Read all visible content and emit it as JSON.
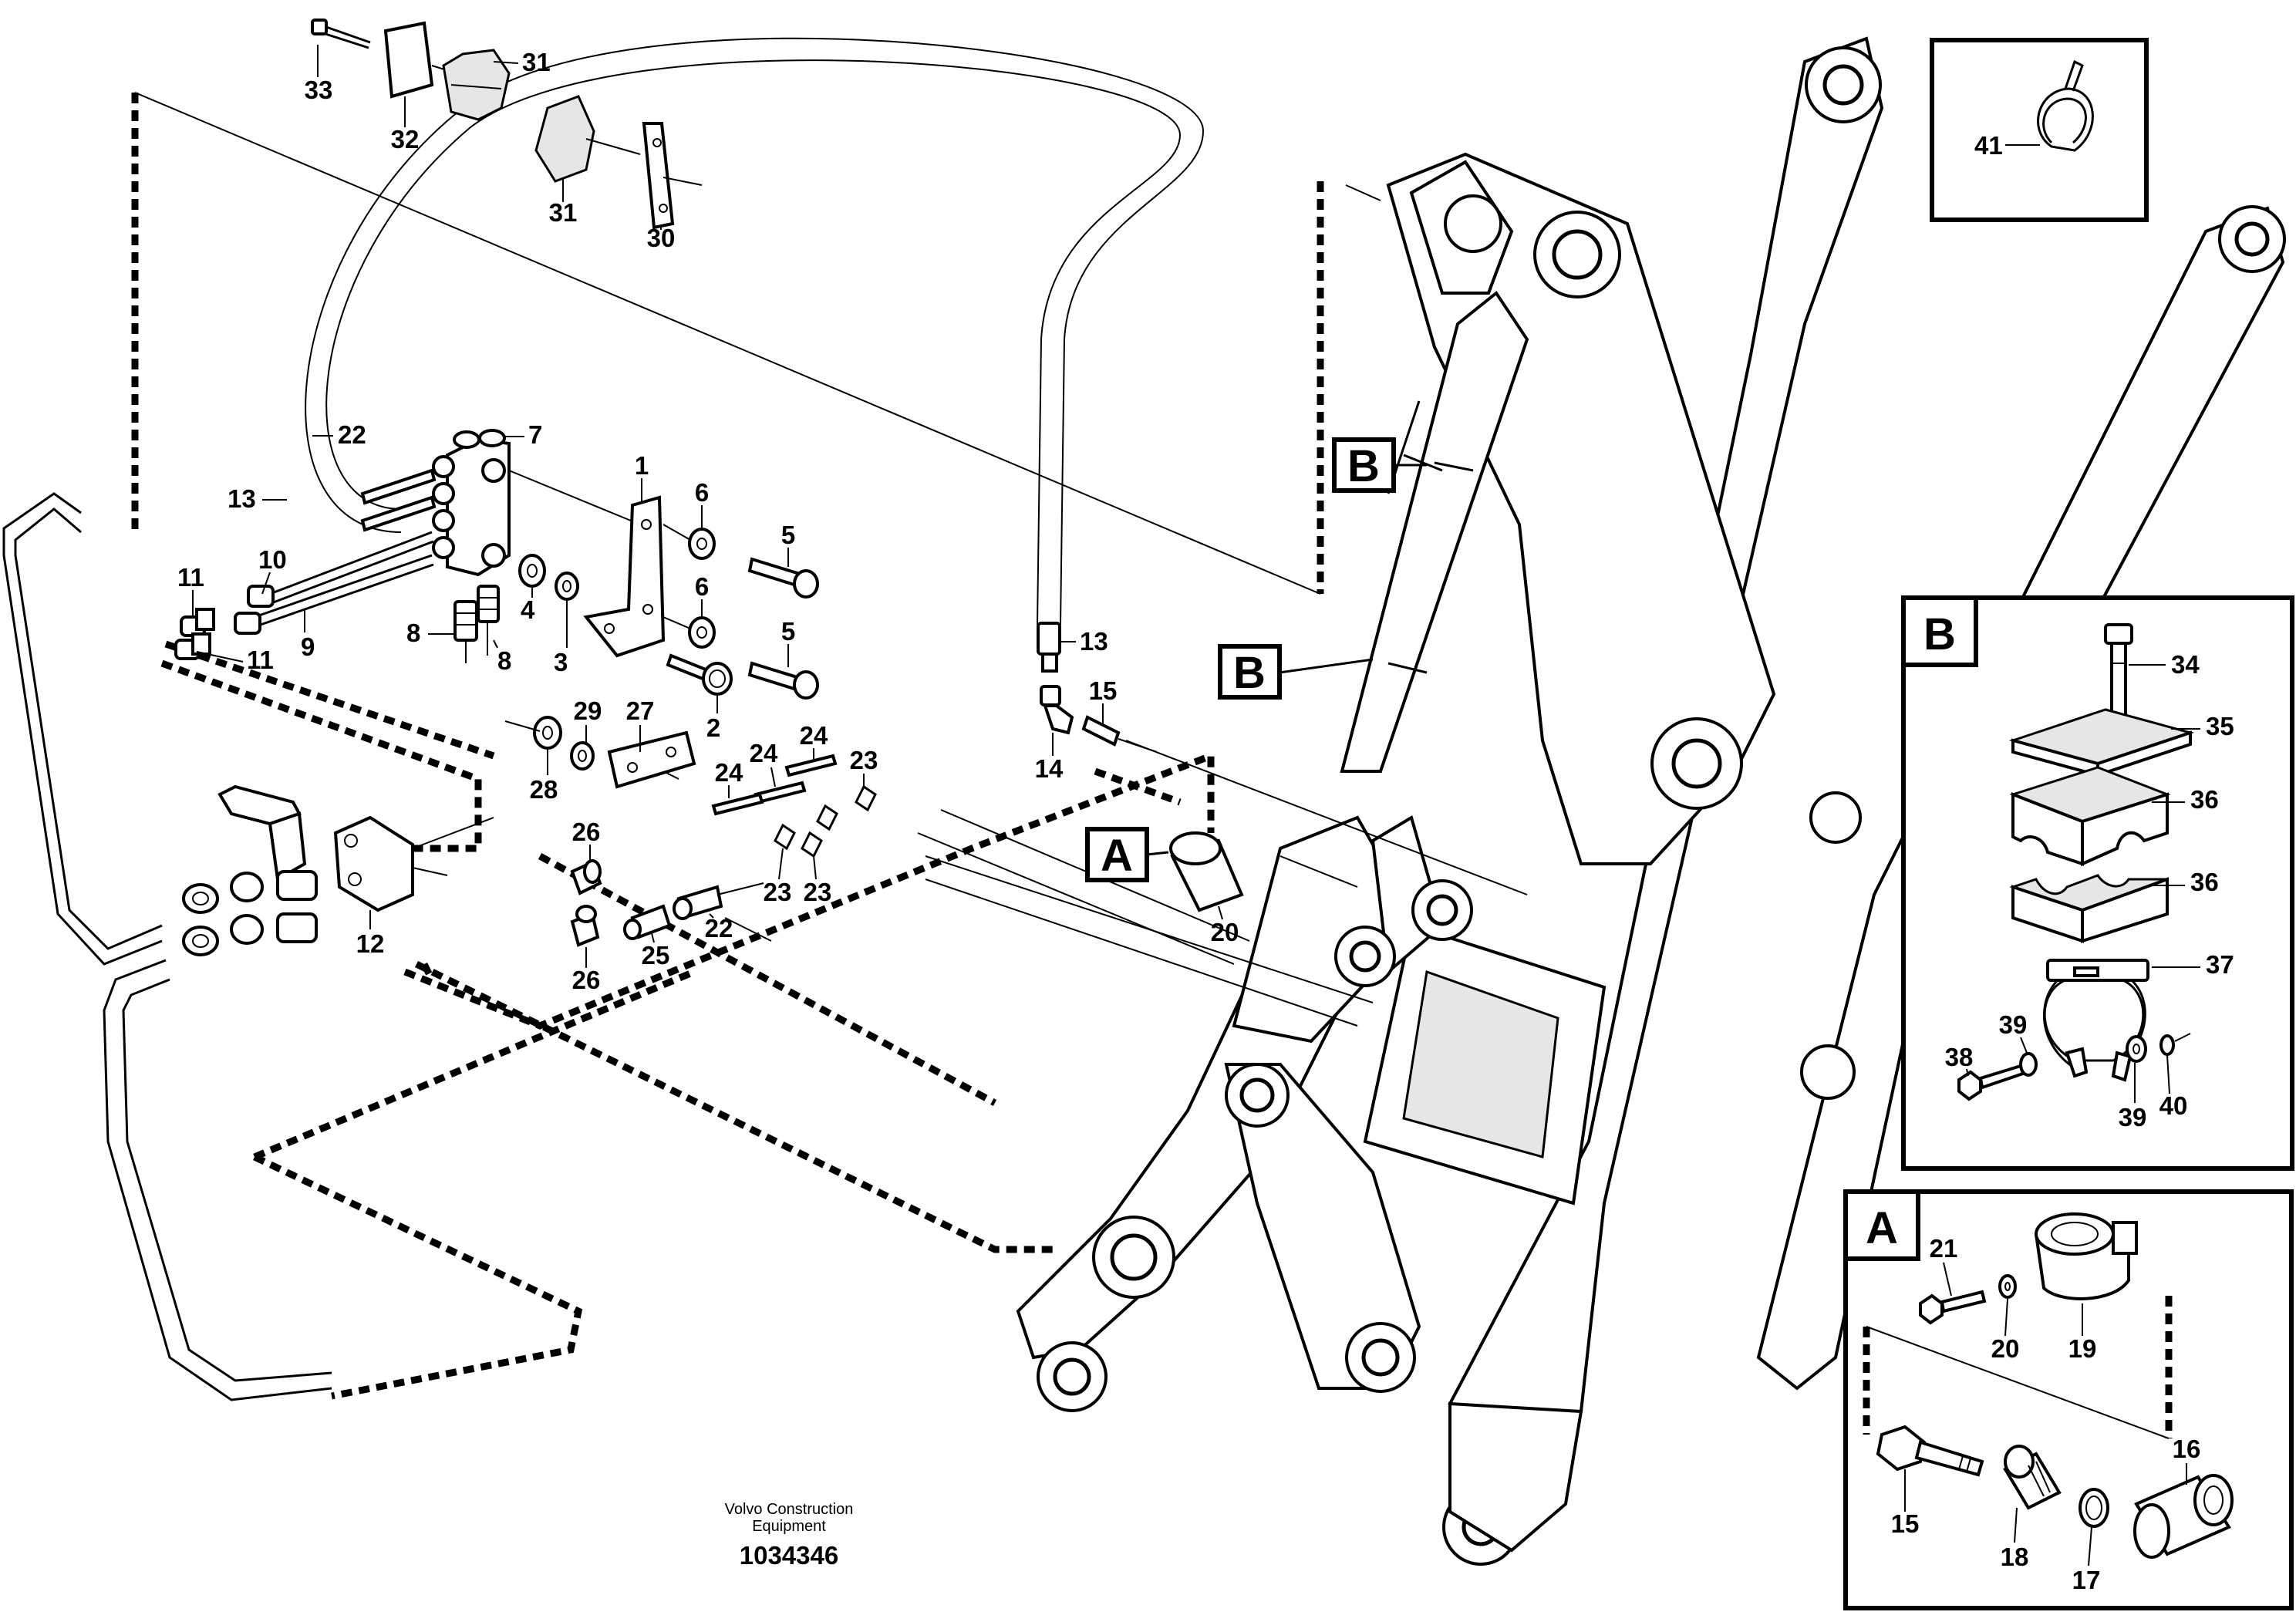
{
  "labels": {
    "l41": "41",
    "l33": "33",
    "l32": "32",
    "l31a": "31",
    "l31b": "31",
    "l30": "30",
    "l22a": "22",
    "l13a": "13",
    "l7": "7",
    "l1": "1",
    "l6a": "6",
    "l5a": "5",
    "l6b": "6",
    "l5b": "5",
    "l11a": "11",
    "l10": "10",
    "l9": "9",
    "l11b": "11",
    "l8a": "8",
    "l8b": "8",
    "l4": "4",
    "l3": "3",
    "l2": "2",
    "l13b": "13",
    "l15a": "15",
    "l14": "14",
    "l29": "29",
    "l27": "27",
    "l28": "28",
    "l24a": "24",
    "l24b": "24",
    "l24c": "24",
    "l23a": "23",
    "l23b": "23",
    "l23c": "23",
    "l12": "12",
    "l26a": "26",
    "l26b": "26",
    "l25": "25",
    "l22b": "22",
    "l20a": "20",
    "l34": "34",
    "l35": "35",
    "l36a": "36",
    "l36b": "36",
    "l37": "37",
    "l38": "38",
    "l39a": "39",
    "l39b": "39",
    "l40": "40",
    "l21": "21",
    "l20b": "20",
    "l19": "19",
    "l16": "16",
    "l15b": "15",
    "l18": "18",
    "l17": "17"
  },
  "callouts": {
    "b_main": "B",
    "b_lower": "B",
    "a_main": "A",
    "b_inset": "B",
    "a_inset": "A"
  },
  "caption": {
    "line1": "Volvo Construction",
    "line2": "Equipment",
    "docnum": "1034346"
  }
}
